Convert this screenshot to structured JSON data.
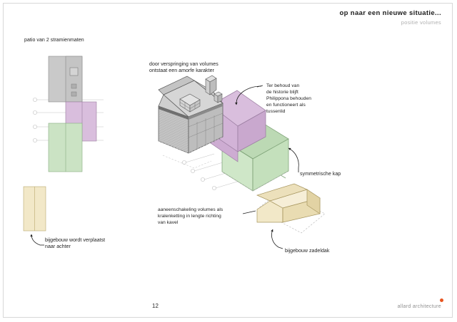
{
  "header": {
    "title": "op naar een nieuwe situatie...",
    "subtitle": "positie volumes"
  },
  "footer": {
    "page_number": "12",
    "logo_text": "allard architecture",
    "logo_dot_color": "#e8541f"
  },
  "annotations": {
    "patio": "patio van 2 stramienmaten",
    "verspringing_line1": "door verspringing van volumes",
    "verspringing_line2": "ontstaat een amorfe karakter",
    "philippona_line1": "Ter behoud van",
    "philippona_line2": "de historie blijft",
    "philippona_line3": "Philippona behouden",
    "philippona_line4": "en functioneert als",
    "philippona_line5": "tussenlid",
    "symmetrische_kap": "symmetrische kap",
    "kralenketting_line1": "aaneenschakeling volumes als",
    "kralenketting_line2": "kralenketting in lengte richting",
    "kralenketting_line3": "van kavel",
    "bijgebouw_verplaatst_line1": "bijgebouw wordt verplaatst",
    "bijgebouw_verplaatst_line2": "naar achter",
    "bijgebouw_zadeldak": "bijgebouw zadeldak"
  },
  "colors": {
    "existing_gray_fill": "#c9c9c9",
    "existing_gray_roof": "#d6d6d6",
    "existing_gray_dark": "#b3b3b3",
    "purple_fill": "#d9bedd",
    "purple_dark": "#c9a8ce",
    "green_fill": "#cbe3c4",
    "green_dark": "#b9d7b1",
    "yellow_fill": "#f2e8c8",
    "yellow_dark": "#e7d9ae",
    "outline": "#5a5a5a",
    "gridline": "#c6c6c6",
    "page_border": "#d8d8d8"
  },
  "plan_diagram": {
    "grid_bubbles": [
      "",
      "",
      "",
      ""
    ],
    "blocks": [
      {
        "name": "gray-volume",
        "color": "#c9c9c9"
      },
      {
        "name": "purple-volume",
        "color": "#d9bedd"
      },
      {
        "name": "green-volume",
        "color": "#cbe3c4"
      },
      {
        "name": "yellow-annex",
        "color": "#f2e8c8"
      }
    ]
  },
  "model_volumes": [
    {
      "name": "existing-house",
      "color": "#c9c9c9"
    },
    {
      "name": "link-volume",
      "color": "#d9bedd"
    },
    {
      "name": "main-new-volume",
      "color": "#cbe3c4"
    },
    {
      "name": "annex-volume",
      "color": "#f2e8c8"
    }
  ]
}
